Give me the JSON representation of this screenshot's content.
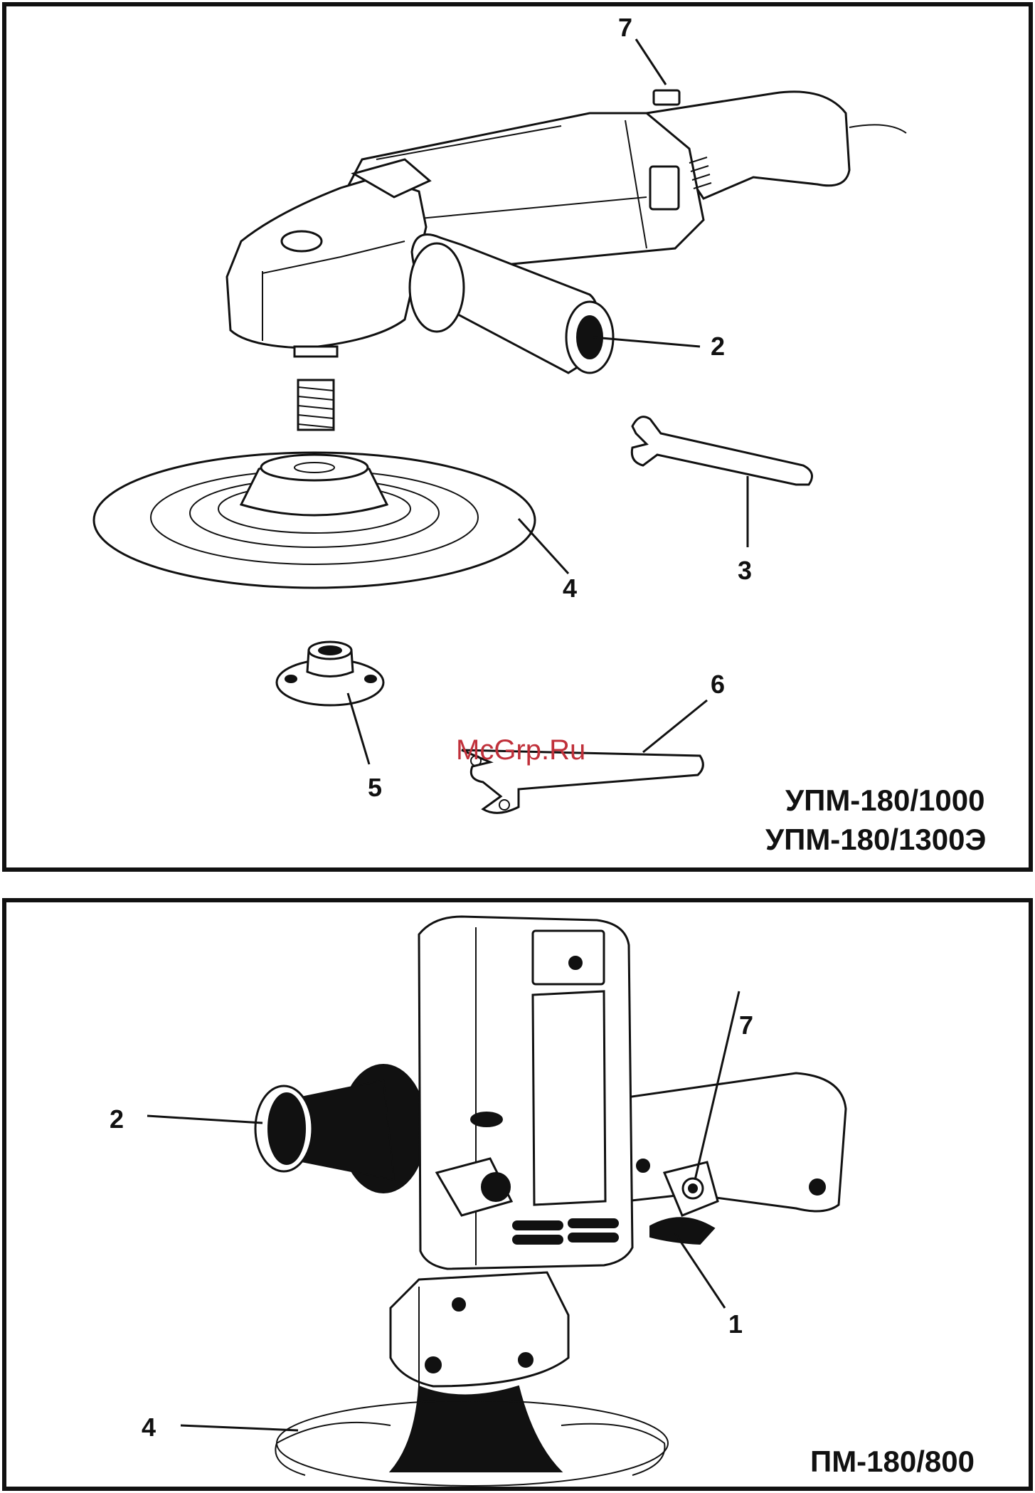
{
  "figure_top": {
    "model_line_1": "УПМ-180/1000",
    "model_line_2": "УПМ-180/1300Э",
    "watermark": "McGrp.Ru",
    "callouts": {
      "c7": "7",
      "c2": "2",
      "c3": "3",
      "c4": "4",
      "c5": "5",
      "c6": "6"
    }
  },
  "figure_bottom": {
    "model": "ПМ-180/800",
    "callouts": {
      "c7": "7",
      "c2": "2",
      "c1": "1",
      "c4": "4"
    }
  }
}
